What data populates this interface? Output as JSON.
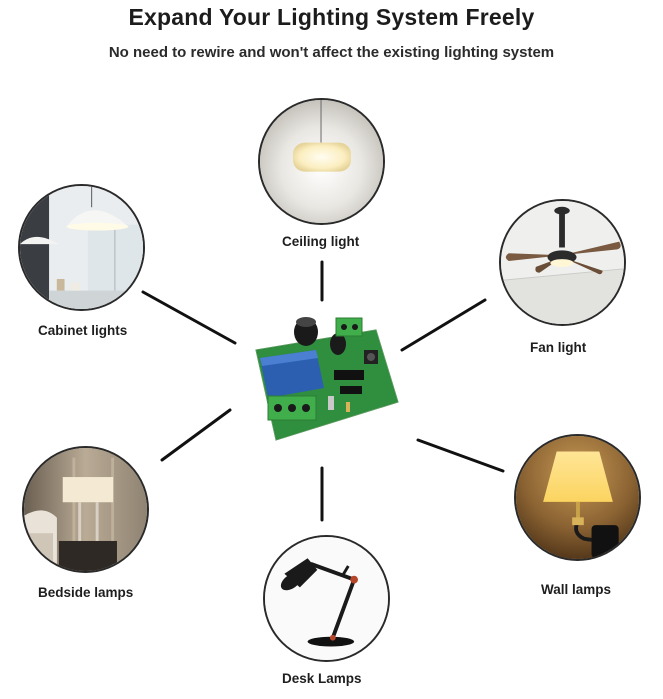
{
  "header": {
    "title": "Expand Your Lighting System Freely",
    "subtitle": "No need to rewire and won't affect the existing lighting system"
  },
  "lights": [
    {
      "label": "Ceiling light",
      "icon": "ceiling-light-icon"
    },
    {
      "label": "Cabinet lights",
      "icon": "cabinet-lights-icon"
    },
    {
      "label": "Fan light",
      "icon": "fan-light-icon"
    },
    {
      "label": "Bedside lamps",
      "icon": "bedside-lamps-icon"
    },
    {
      "label": "Wall lamps",
      "icon": "wall-lamps-icon"
    },
    {
      "label": "Desk Lamps",
      "icon": "desk-lamps-icon"
    }
  ],
  "center": {
    "icon": "relay-board-icon"
  },
  "colors": {
    "line": "#111111",
    "board": "#2f8f3f",
    "relay": "#2c5fb0",
    "terminal": "#3fae4b"
  }
}
